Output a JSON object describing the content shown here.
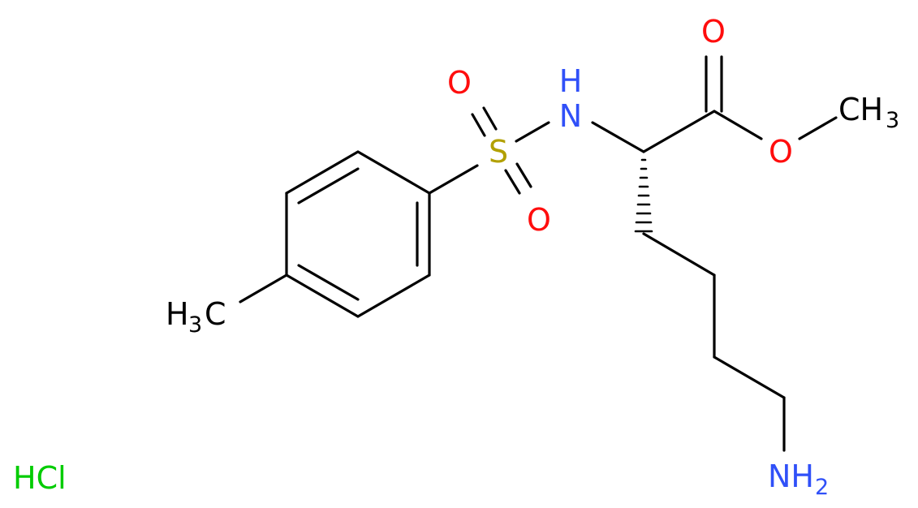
{
  "atoms": {
    "carbonyl_o": {
      "text": "O",
      "color": "#ff0d0d"
    },
    "ester_o": {
      "text": "O",
      "color": "#ff0d0d"
    },
    "methyl_c": {
      "text": "CH",
      "sub": "3",
      "color": "#000000"
    },
    "nh": {
      "text": "H",
      "main": "N",
      "color": "#3050f8"
    },
    "s": {
      "text": "S",
      "color": "#b2a000"
    },
    "sulfonyl_o_top": {
      "text": "O",
      "color": "#ff0d0d"
    },
    "sulfonyl_o_bottom": {
      "text": "O",
      "color": "#ff0d0d"
    },
    "tolyl_methyl": {
      "pre": "H",
      "sub": "3",
      "post": "C",
      "color": "#000000"
    },
    "amine": {
      "text": "NH",
      "sub": "2",
      "color": "#3050f8"
    }
  },
  "salt": {
    "text": "HCl",
    "color": "#00cc00"
  }
}
